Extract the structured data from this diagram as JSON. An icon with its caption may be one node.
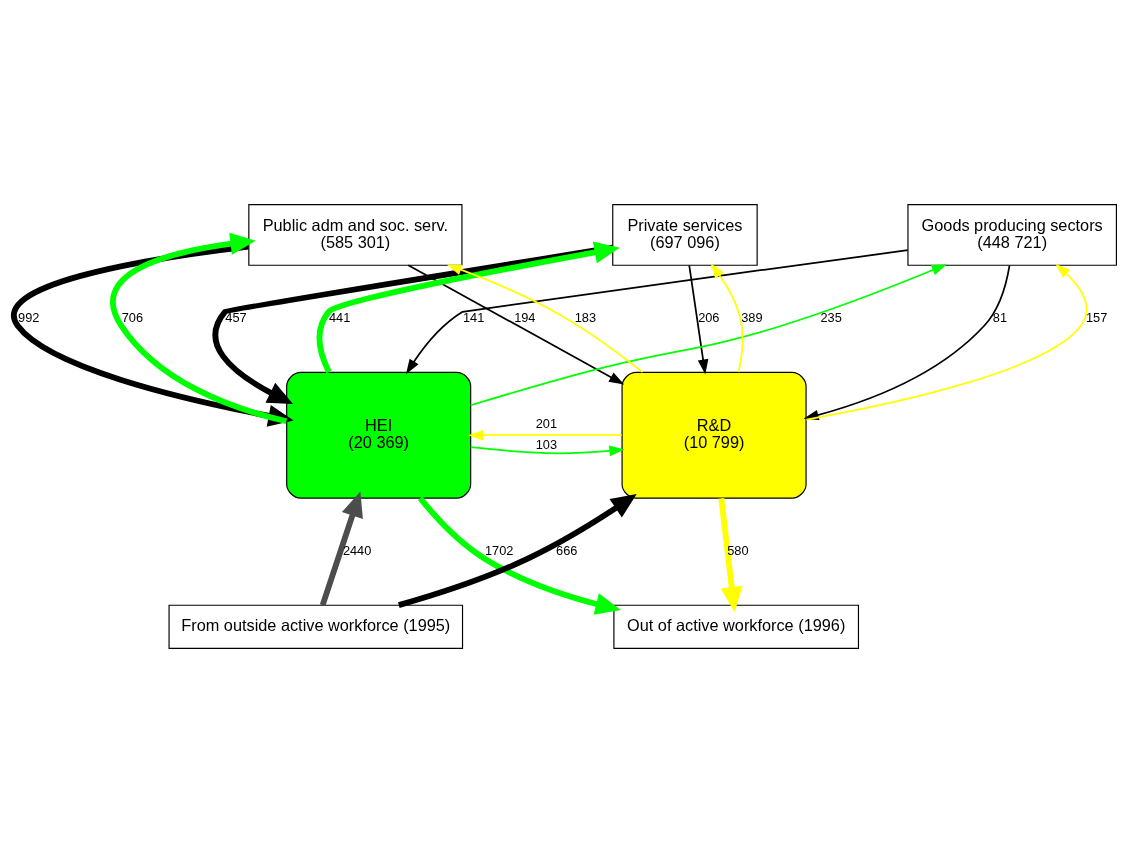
{
  "diagram": {
    "nodes": [
      {
        "text": [
          "Private services",
          "(697 096)"
        ]
      },
      {
        "text": [
          "Public adm and soc. serv.",
          "(585 301)"
        ]
      },
      {
        "text": [
          "Goods producing sectors",
          "(448 721)"
        ]
      },
      {
        "text": [
          "HEI",
          "(20 369)"
        ]
      },
      {
        "text": [
          "R&D",
          "(10 799)"
        ]
      },
      {
        "text": [
          "From outside active workforce (1995)"
        ]
      },
      {
        "text": [
          "Out of active workforce (1996)"
        ]
      }
    ],
    "edges": [
      {
        "from": 0,
        "to": 3,
        "arrow": "to",
        "label": "457",
        "style": "thick"
      },
      {
        "from": 3,
        "to": 0,
        "arrow": "to",
        "label": "441",
        "style": "thick",
        "color": "#00ff00"
      },
      {
        "from": 1,
        "to": 4,
        "arrow": "to",
        "label": "194"
      },
      {
        "from": 2,
        "to": 3,
        "arrow": "to",
        "label": "141"
      },
      {
        "from": 0,
        "to": 4,
        "arrow": "to",
        "label": "206"
      },
      {
        "from": 4,
        "to": 0,
        "arrow": "to",
        "label": "389",
        "color": "#ffff00"
      },
      {
        "from": 3,
        "to": 2,
        "arrow": "to",
        "label": "235",
        "color": "#00ff00"
      },
      {
        "from": 4,
        "to": 1,
        "arrow": "to",
        "label": "183",
        "color": "#ffff00"
      },
      {
        "from": 1,
        "to": 3,
        "arrow": "to",
        "label": "992",
        "style": "thick"
      },
      {
        "from": 3,
        "to": 1,
        "arrow": "to",
        "label": "706",
        "style": "thick",
        "color": "#00ff00"
      },
      {
        "from": 4,
        "to": 3,
        "arrow": "to",
        "label": "201",
        "color": "#ffff00"
      },
      {
        "from": 3,
        "to": 4,
        "arrow": "to",
        "label": "103",
        "color": "#00ff00"
      },
      {
        "from": 4,
        "to": 2,
        "arrow": "to",
        "label": "157",
        "color": "#ffff00"
      },
      {
        "from": 2,
        "to": 4,
        "arrow": "to",
        "label": "81"
      },
      {
        "from": 5,
        "to": 3,
        "arrow": "to",
        "label": "2440",
        "style": "thick",
        "color": "#4d4d4d"
      },
      {
        "from": 3,
        "to": 6,
        "arrow": "to",
        "label": "1702",
        "style": "thick",
        "color": "#00ff00"
      },
      {
        "from": 5,
        "to": 4,
        "arrow": "to",
        "label": "666",
        "style": "thick"
      },
      {
        "from": 4,
        "to": 6,
        "arrow": "to",
        "label": "580",
        "style": "thick",
        "color": "#ffff00"
      }
    ]
  }
}
